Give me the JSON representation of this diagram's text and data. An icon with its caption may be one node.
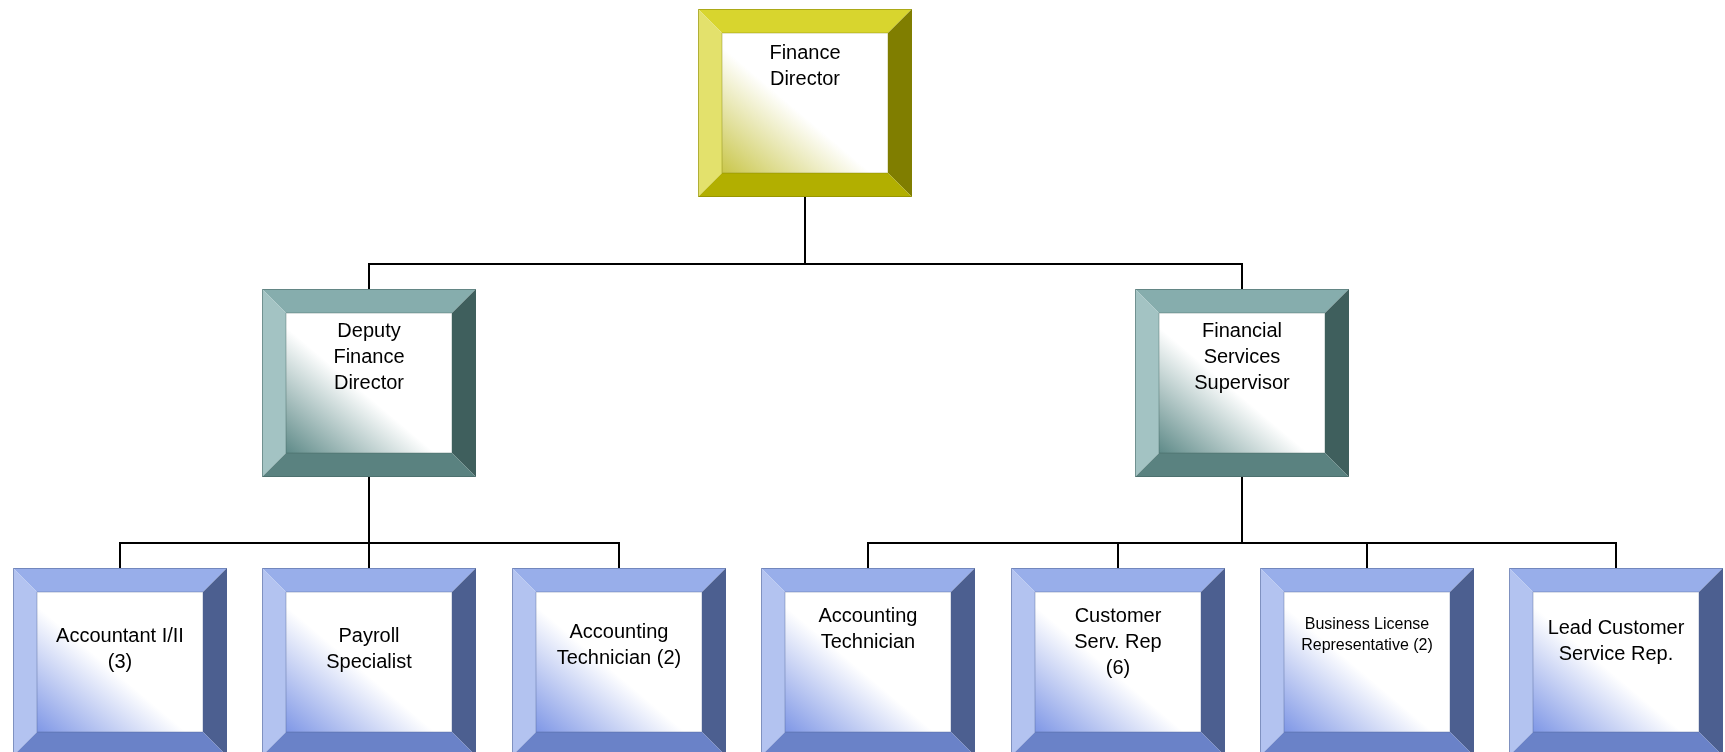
{
  "diagram": {
    "nodes": [
      {
        "text": [
          "Finance Director"
        ]
      },
      {
        "text": [
          "Deputy Finance Director"
        ]
      },
      {
        "text": [
          "Financial Services Supervisor"
        ]
      },
      {
        "text": [
          "Accountant I/II (3)"
        ]
      },
      {
        "text": [
          "Payroll Specialist"
        ]
      },
      {
        "text": [
          "Accounting Technician (2)"
        ]
      },
      {
        "text": [
          "Accounting Technician"
        ]
      },
      {
        "text": [
          "Customer Serv. Rep (6)"
        ]
      },
      {
        "text": [
          "Business License Representative (2)"
        ]
      },
      {
        "text": [
          "Lead Customer Service Rep."
        ]
      }
    ],
    "edges": [
      {
        "from": 0,
        "to": 1,
        "arrow": "none"
      },
      {
        "from": 0,
        "to": 2,
        "arrow": "none"
      },
      {
        "from": 1,
        "to": 3,
        "arrow": "none"
      },
      {
        "from": 1,
        "to": 4,
        "arrow": "none"
      },
      {
        "from": 1,
        "to": 5,
        "arrow": "none"
      },
      {
        "from": 2,
        "to": 6,
        "arrow": "none"
      },
      {
        "from": 2,
        "to": 7,
        "arrow": "none"
      },
      {
        "from": 2,
        "to": 8,
        "arrow": "none"
      },
      {
        "from": 2,
        "to": 9,
        "arrow": "none"
      }
    ]
  }
}
